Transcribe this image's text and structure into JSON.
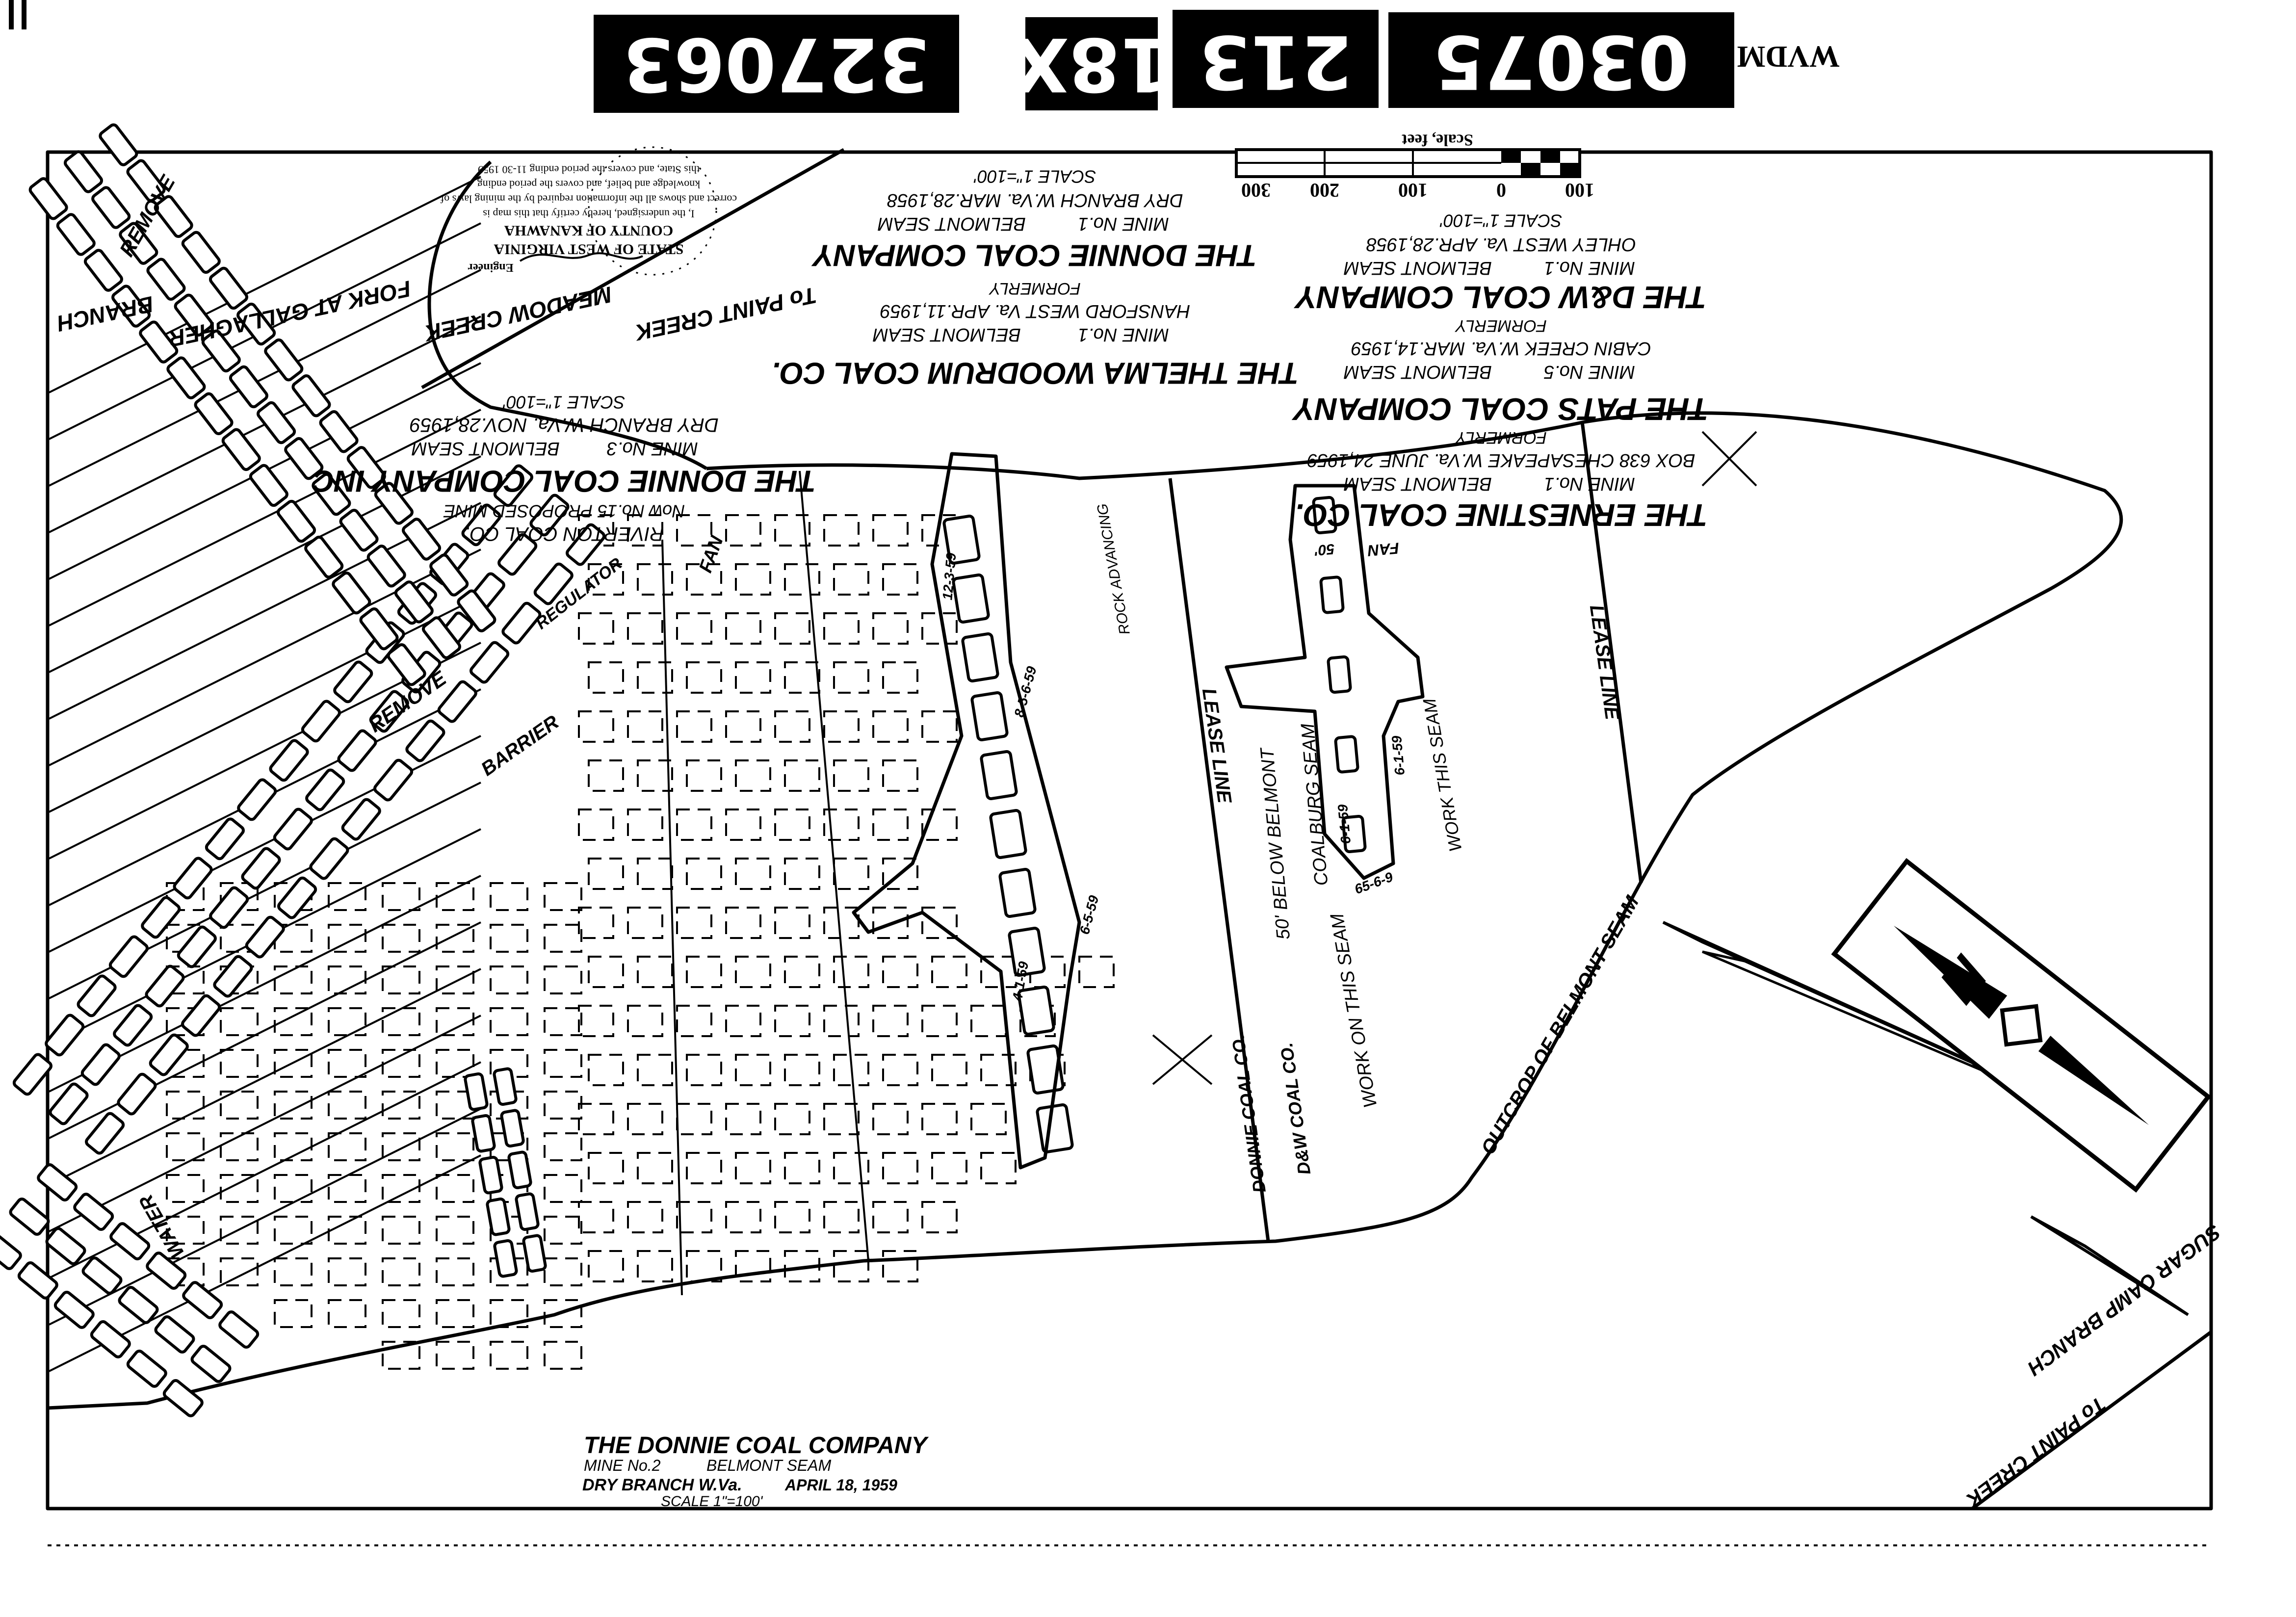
{
  "header": {
    "label": "WVDM",
    "code_groups": [
      "03075",
      "213",
      "18X",
      "327063"
    ]
  },
  "scale_bar": {
    "caption": "Scale, feet",
    "ticks": [
      "100",
      "0",
      "100",
      "200",
      "300"
    ]
  },
  "title_block": {
    "company": "THE DONNIE COAL COMPANY",
    "mine": "MINE No.2",
    "seam": "BELMONT SEAM",
    "location": "DRY BRANCH W.Va.",
    "date": "APRIL 18, 1959",
    "scale": "SCALE 1\"=100'"
  },
  "adjacent_labels": {
    "ernestine": {
      "company": "THE ERNESTINE COAL CO.",
      "mine": "MINE No.1",
      "seam": "BELMONT SEAM",
      "address": "BOX 638 CHESAPEAKE W.Va.  JUNE 24,1959",
      "formerly": "FORMERLY"
    },
    "pats": {
      "company": "THE PATS COAL COMPANY",
      "mine": "MINE No.5",
      "seam": "BELMONT SEAM",
      "address": "CABIN CREEK W.Va.  MAR.14,1959",
      "formerly": "FORMERLY"
    },
    "dw": {
      "company": "THE D&W COAL COMPANY",
      "mine": "MINE No.1",
      "seam": "BELMONT SEAM",
      "address": "OHLEY WEST Va.  APR.28,1958",
      "scale": "SCALE 1\"=100'"
    },
    "thelma": {
      "company": "THE THELMA WOODRUM COAL CO.",
      "mine": "MINE No.1",
      "seam": "BELMONT SEAM",
      "address": "HANSFORD WEST Va.  APR.11,1959",
      "formerly": "FORMERLY"
    },
    "donnie1": {
      "company": "THE DONNIE COAL COMPANY",
      "mine": "MINE No.1",
      "seam": "BELMONT SEAM",
      "address": "DRY BRANCH W.Va.  MAR.28,1958",
      "scale": "SCALE 1\"=100'"
    },
    "donnie3": {
      "riverton": "RIVERTON COAL CO.",
      "proposed": "Now No.15 PROPOSED MINE",
      "company": "THE DONNIE COAL COMPANY INC",
      "mine": "MINE No.3",
      "seam": "BELMONT SEAM",
      "address": "DRY BRANCH W.Va.  NOV.28,1959",
      "scale": "SCALE 1\"=100'"
    }
  },
  "certification": {
    "lines": [
      "STATE OF WEST VIRGINIA",
      "COUNTY OF KANAWHA",
      "I, the undersigned, hereby certify that this map is",
      "correct and shows all the information required by the mining laws of",
      "knowledge and belief, and covers the period ending",
      "this State, and covers the period ending 11-30 1959"
    ],
    "role": "Engineer"
  },
  "map_labels": {
    "to_paint_creek_top": "To PAINT CREEK",
    "meadow_creek": "MEADOW CREEK",
    "fork": "FORK AT GALLAGHER",
    "branch": "BRANCH",
    "to_paint_creek_bottom": "To PAINT CREEK",
    "sugar_camp": "SUGAR CAMP BRANCH",
    "lease_line_1": "LEASE LINE",
    "lease_line_2": "LEASE LINE",
    "donnie_coal_co": "DONNIE COAL CO.",
    "dw_coal_co": "D&W COAL CO.",
    "coalburg": "COALBURG SEAM",
    "below_belmont": "50' BELOW BELMONT",
    "work_on_seam": "WORK ON THIS SEAM",
    "work_this": "WORK THIS SEAM",
    "outcrop": "OUTCROP OF BELMONT SEAM",
    "remove_1": "REMOVE",
    "remove_2": "REMOVE",
    "barrier": "BARRIER",
    "regulator": "REGULATOR",
    "fan_1": "FAN",
    "fan_2": "FAN",
    "fan_dist": "50'",
    "water": "WATER",
    "rock": "ROCK ADVANCING",
    "north": "N",
    "dates": [
      "12-3-59",
      "8-5-6-59",
      "6-5-59",
      "4-1-59",
      "6-1-59",
      "65-6-9",
      "6-1-59"
    ]
  }
}
